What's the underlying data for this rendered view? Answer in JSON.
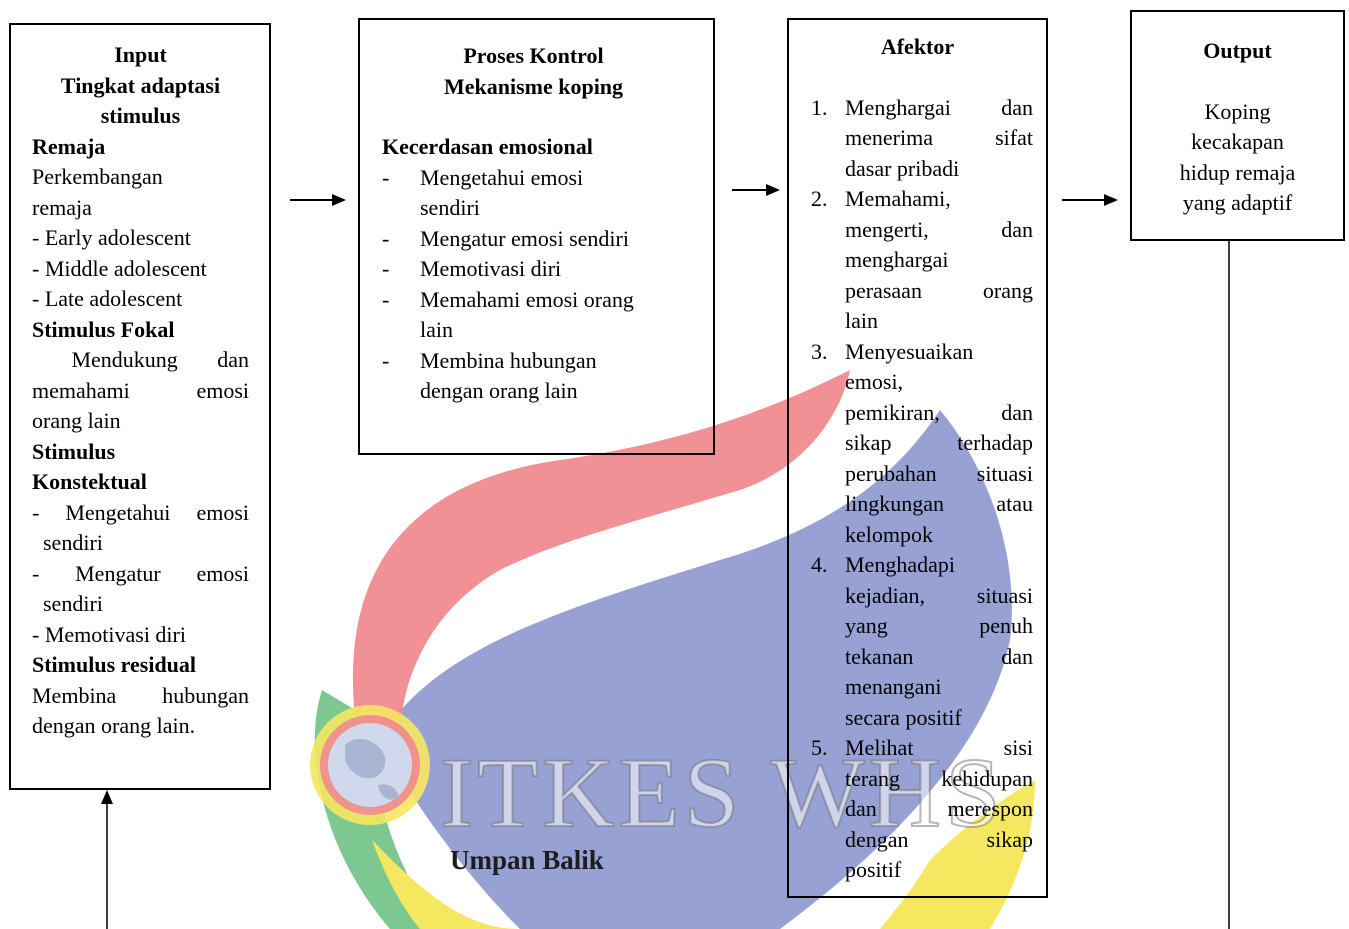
{
  "watermark": {
    "text": "ITKES WHS",
    "colors": {
      "red": "#f08a8f",
      "blue": "#8d97cf",
      "green": "#7dc891",
      "yellow": "#f6e761"
    }
  },
  "input": {
    "title_lines": [
      "Input",
      "Tingkat adaptasi",
      "stimulus"
    ],
    "remaja_heading": "Remaja",
    "remaja_text_lines": [
      "Perkembangan",
      "remaja"
    ],
    "remaja_items": [
      "- Early adolescent",
      "- Middle adolescent",
      "- Late adolescent"
    ],
    "fokal_heading": "Stimulus Fokal",
    "fokal_lines": [
      " Mendukung dan",
      "memahami emosi"
    ],
    "fokal_last": "orang lain",
    "kontekstual_heading_lines": [
      "Stimulus",
      "Konstektual"
    ],
    "kontekstual_items": [
      [
        "- Mengetahui emosi",
        "  sendiri"
      ],
      [
        "- Mengatur emosi",
        "  sendiri"
      ],
      [
        "- Memotivasi diri"
      ]
    ],
    "residual_heading": "Stimulus residual",
    "residual_lines": [
      "Membina hubungan"
    ],
    "residual_last": "dengan orang lain."
  },
  "process": {
    "title_lines": [
      "Proses Kontrol",
      "Mekanisme koping"
    ],
    "subheading": "Kecerdasan emosional",
    "items": [
      {
        "marker": "-",
        "lines": [
          "Mengetahui emosi",
          "sendiri"
        ]
      },
      {
        "marker": "-",
        "lines": [
          "Mengatur emosi sendiri"
        ]
      },
      {
        "marker": "-",
        "lines": [
          "Memotivasi diri"
        ]
      },
      {
        "marker": "-",
        "lines": [
          "Memahami emosi orang",
          "lain"
        ]
      },
      {
        "marker": "-",
        "lines": [
          "Membina hubungan",
          "dengan orang lain"
        ]
      }
    ]
  },
  "affector": {
    "title": "Afektor",
    "items": [
      {
        "num": "1.",
        "lines": [
          "Menghargai dan",
          "menerima sifat",
          "dasar pribadi"
        ],
        "last_justified": false
      },
      {
        "num": "2.",
        "lines": [
          "Memahami,",
          "mengerti, dan",
          "menghargai",
          "perasaan orang",
          "lain"
        ],
        "last_justified": false
      },
      {
        "num": "3.",
        "lines": [
          "Menyesuaikan",
          "emosi,",
          "pemikiran, dan",
          "sikap terhadap",
          "perubahan situasi",
          "lingkungan atau",
          "kelompok"
        ],
        "last_justified": false
      },
      {
        "num": "4.",
        "lines": [
          "Menghadapi",
          "kejadian, situasi",
          "yang penuh",
          "tekanan dan",
          "menangani",
          "secara positif"
        ],
        "last_justified": false
      },
      {
        "num": "5.",
        "lines": [
          "Melihat sisi",
          "terang kehidupan",
          "dan merespon",
          "dengan sikap",
          "positif"
        ],
        "last_justified": false
      }
    ]
  },
  "output": {
    "title": "Output",
    "lines": [
      "Koping",
      "kecakapan",
      "hidup remaja",
      "yang adaptif"
    ]
  },
  "feedback_label": "Umpan Balik"
}
